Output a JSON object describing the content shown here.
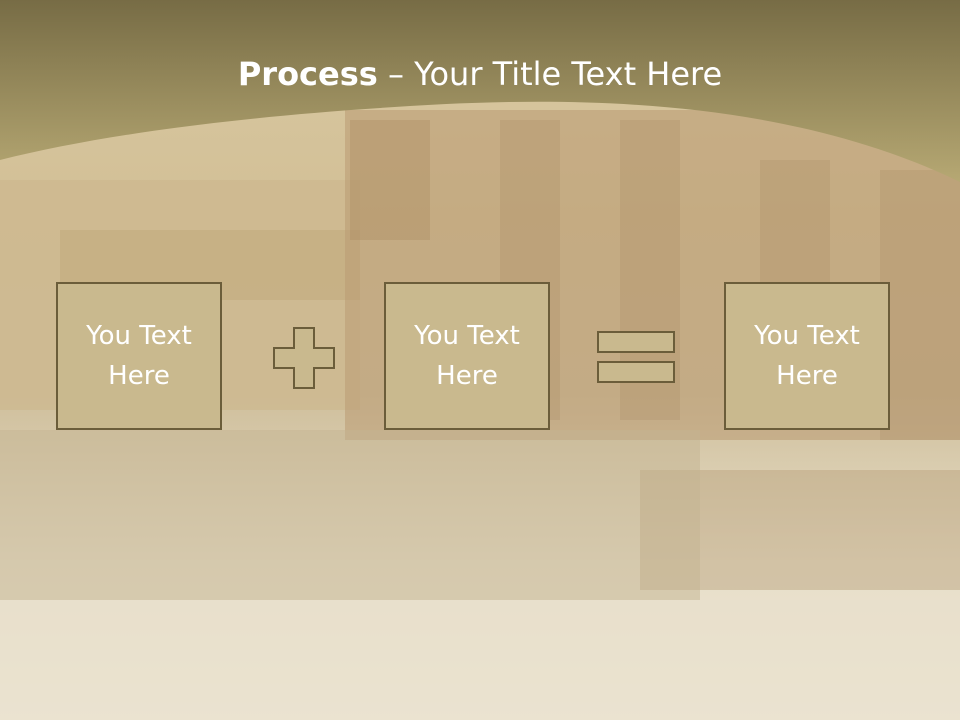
{
  "title": {
    "bold": "Process",
    "dash": " – ",
    "rest": "Your Title Text Here"
  },
  "steps": [
    {
      "label": "You Text Here"
    },
    {
      "label": "You Text Here"
    },
    {
      "label": "You Text Here"
    }
  ],
  "operators": [
    {
      "icon": "plus-icon"
    },
    {
      "icon": "equals-icon"
    }
  ],
  "colors": {
    "header": "#7e744c",
    "box_fill": "#c9b98e",
    "box_border": "#6b5d3a",
    "text": "#ffffff"
  }
}
